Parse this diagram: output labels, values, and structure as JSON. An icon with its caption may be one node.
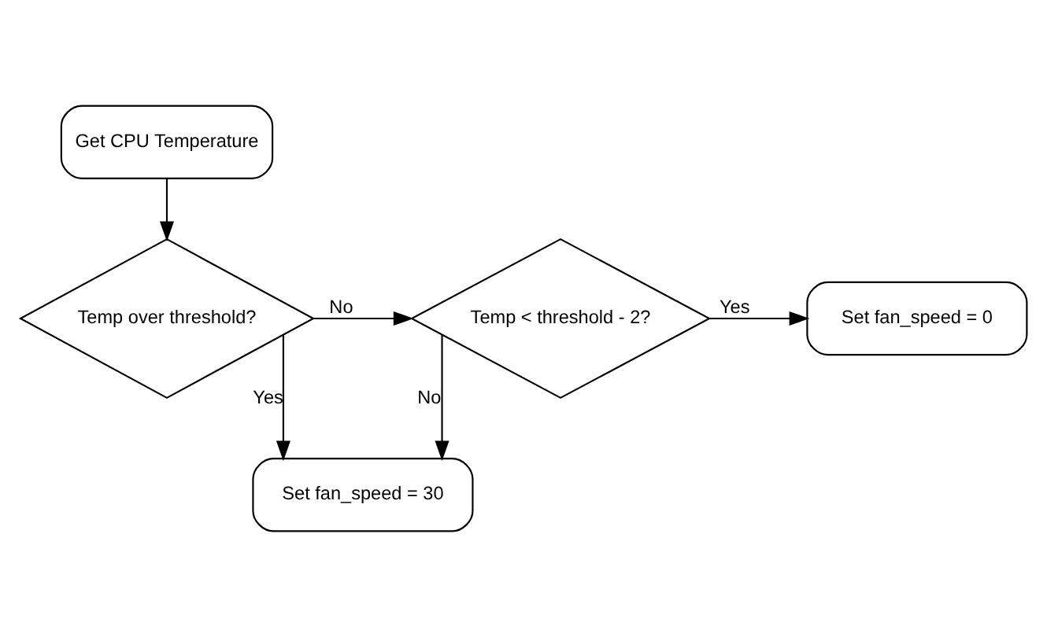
{
  "diagram": {
    "nodes": [
      {
        "text": [
          "Get CPU Temperature"
        ]
      },
      {
        "text": [
          "Temp over threshold?"
        ]
      },
      {
        "text": [
          "Temp < threshold - 2?"
        ]
      },
      {
        "text": [
          "Set fan_speed = 0"
        ]
      },
      {
        "text": [
          "Set fan_speed = 30"
        ]
      }
    ],
    "edges": [
      {
        "from": 0,
        "to": 1,
        "arrow": "to"
      },
      {
        "from": 1,
        "to": 2,
        "arrow": "to",
        "label": "No"
      },
      {
        "from": 2,
        "to": 3,
        "arrow": "to",
        "label": "Yes"
      },
      {
        "from": 1,
        "to": 4,
        "arrow": "to",
        "label": "Yes"
      },
      {
        "from": 2,
        "to": 4,
        "arrow": "to",
        "label": "No"
      }
    ]
  }
}
